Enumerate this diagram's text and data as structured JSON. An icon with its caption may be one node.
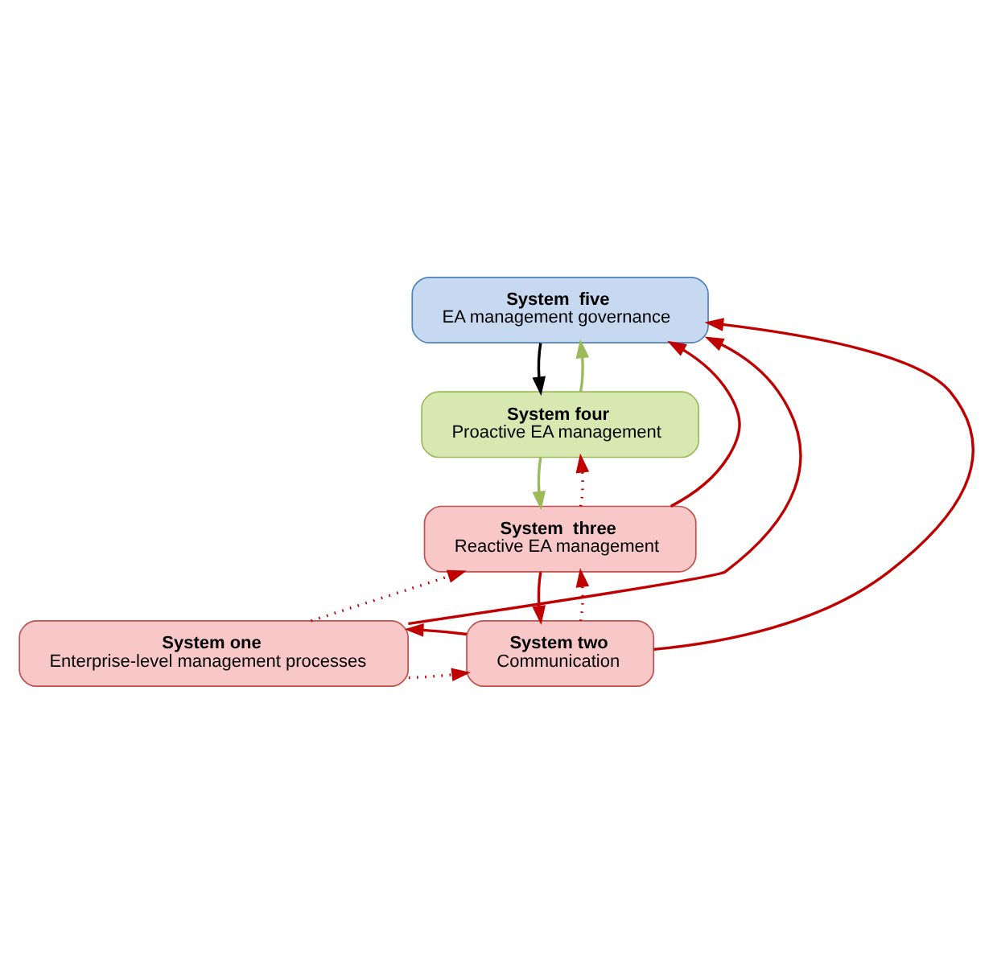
{
  "diagram": {
    "nodes": [
      {
        "text": [
          "System  five",
          "EA management governance"
        ]
      },
      {
        "text": [
          "System four",
          "Proactive EA management"
        ]
      },
      {
        "text": [
          "System  three",
          "Reactive EA management"
        ]
      },
      {
        "text": [
          "System one",
          "Enterprise-level management processes"
        ]
      },
      {
        "text": [
          "System two",
          "Communication"
        ]
      }
    ],
    "edges": [
      {
        "from": 1,
        "to": 0,
        "arrow": "to",
        "color": "#9bbb59"
      },
      {
        "from": 0,
        "to": 1,
        "arrow": "to",
        "color": "#000000"
      },
      {
        "from": 2,
        "to": 1,
        "arrow": "to",
        "style": "dashed"
      },
      {
        "from": 1,
        "to": 2,
        "arrow": "to",
        "color": "#9bbb59"
      },
      {
        "from": 3,
        "to": 2,
        "arrow": "to",
        "style": "dashed"
      },
      {
        "from": 4,
        "to": 2,
        "arrow": "to",
        "style": "dashed"
      },
      {
        "from": 2,
        "to": 4,
        "arrow": "to"
      },
      {
        "from": 3,
        "to": 4,
        "arrow": "to",
        "style": "dashed"
      },
      {
        "from": 4,
        "to": 3,
        "arrow": "to"
      },
      {
        "from": 2,
        "to": 0,
        "arrow": "to"
      },
      {
        "from": 3,
        "to": 0,
        "arrow": "to"
      },
      {
        "from": 4,
        "to": 0,
        "arrow": "to"
      }
    ]
  }
}
